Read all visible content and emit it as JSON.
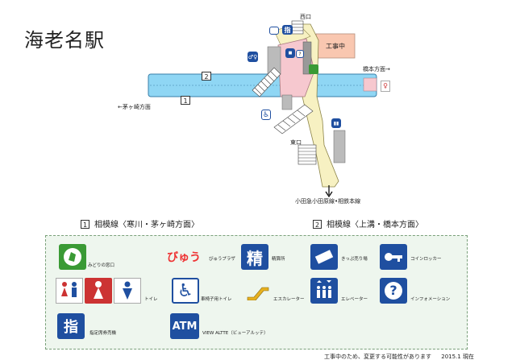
{
  "title": "海老名駅",
  "map": {
    "west_exit": "西口",
    "east_exit": "東口",
    "construction": "工事中",
    "to_hashimoto": "橋本方面→",
    "to_chigasaki": "←茅ヶ崎方面",
    "platform_1": "1",
    "platform_2": "2",
    "odakyu_line": "小田急小田原線•相鉄本線",
    "colors": {
      "platform_blue": "#8fd6f4",
      "concourse_pink": "#f6c8cf",
      "connector_yellow": "#f7f1c2",
      "construction_salmon": "#f9c7b0",
      "icon_blue": "#1f4fa0",
      "midori_green": "#3a9a35"
    }
  },
  "platforms": {
    "p1": {
      "num": "1",
      "label": "相模線〈寒川・茅ヶ崎方面〉"
    },
    "p2": {
      "num": "2",
      "label": "相模線〈上溝・橋本方面〉"
    }
  },
  "legend": {
    "midori": "みどりの窓口",
    "viewplaza_logo": "びゅう",
    "viewplaza": "びゅうプラザ",
    "fare_adjust_glyph": "精",
    "fare_adjust": "精算所",
    "ticket_machine": "きっぷ売り場",
    "coin_locker": "コインロッカー",
    "toilet": "トイレ",
    "wheelchair_toilet": "車椅子用トイレ",
    "escalator": "エスカレーター",
    "elevator": "エレベーター",
    "information_glyph": "?",
    "information": "インフォメーション",
    "reserved_glyph": "指",
    "reserved_seat": "指定席券売機",
    "atm_glyph": "ATM",
    "atm": "VIEW ALTTE（ビューアルッテ）"
  },
  "footer": {
    "note": "工事中のため、変更する可能性があります",
    "date": "2015.1 現在"
  }
}
